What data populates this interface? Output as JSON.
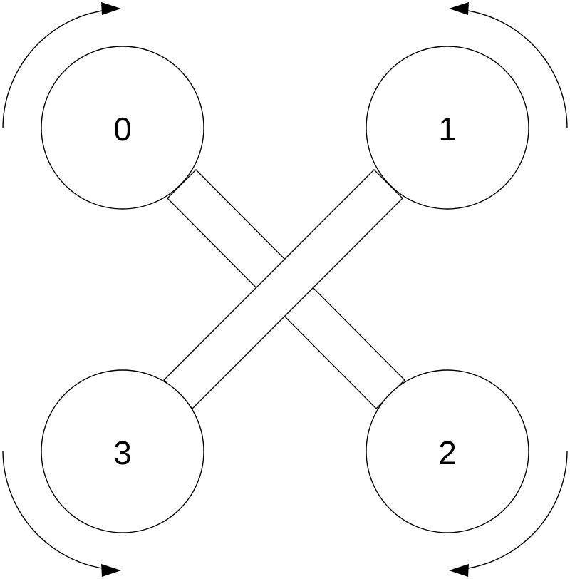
{
  "rotors": [
    {
      "id": "rotor-0",
      "label": "0",
      "spin": "clockwise"
    },
    {
      "id": "rotor-1",
      "label": "1",
      "spin": "counterclockwise"
    },
    {
      "id": "rotor-2",
      "label": "2",
      "spin": "clockwise"
    },
    {
      "id": "rotor-3",
      "label": "3",
      "spin": "counterclockwise"
    }
  ],
  "colors": {
    "stroke": "#000000",
    "fill": "#ffffff"
  }
}
